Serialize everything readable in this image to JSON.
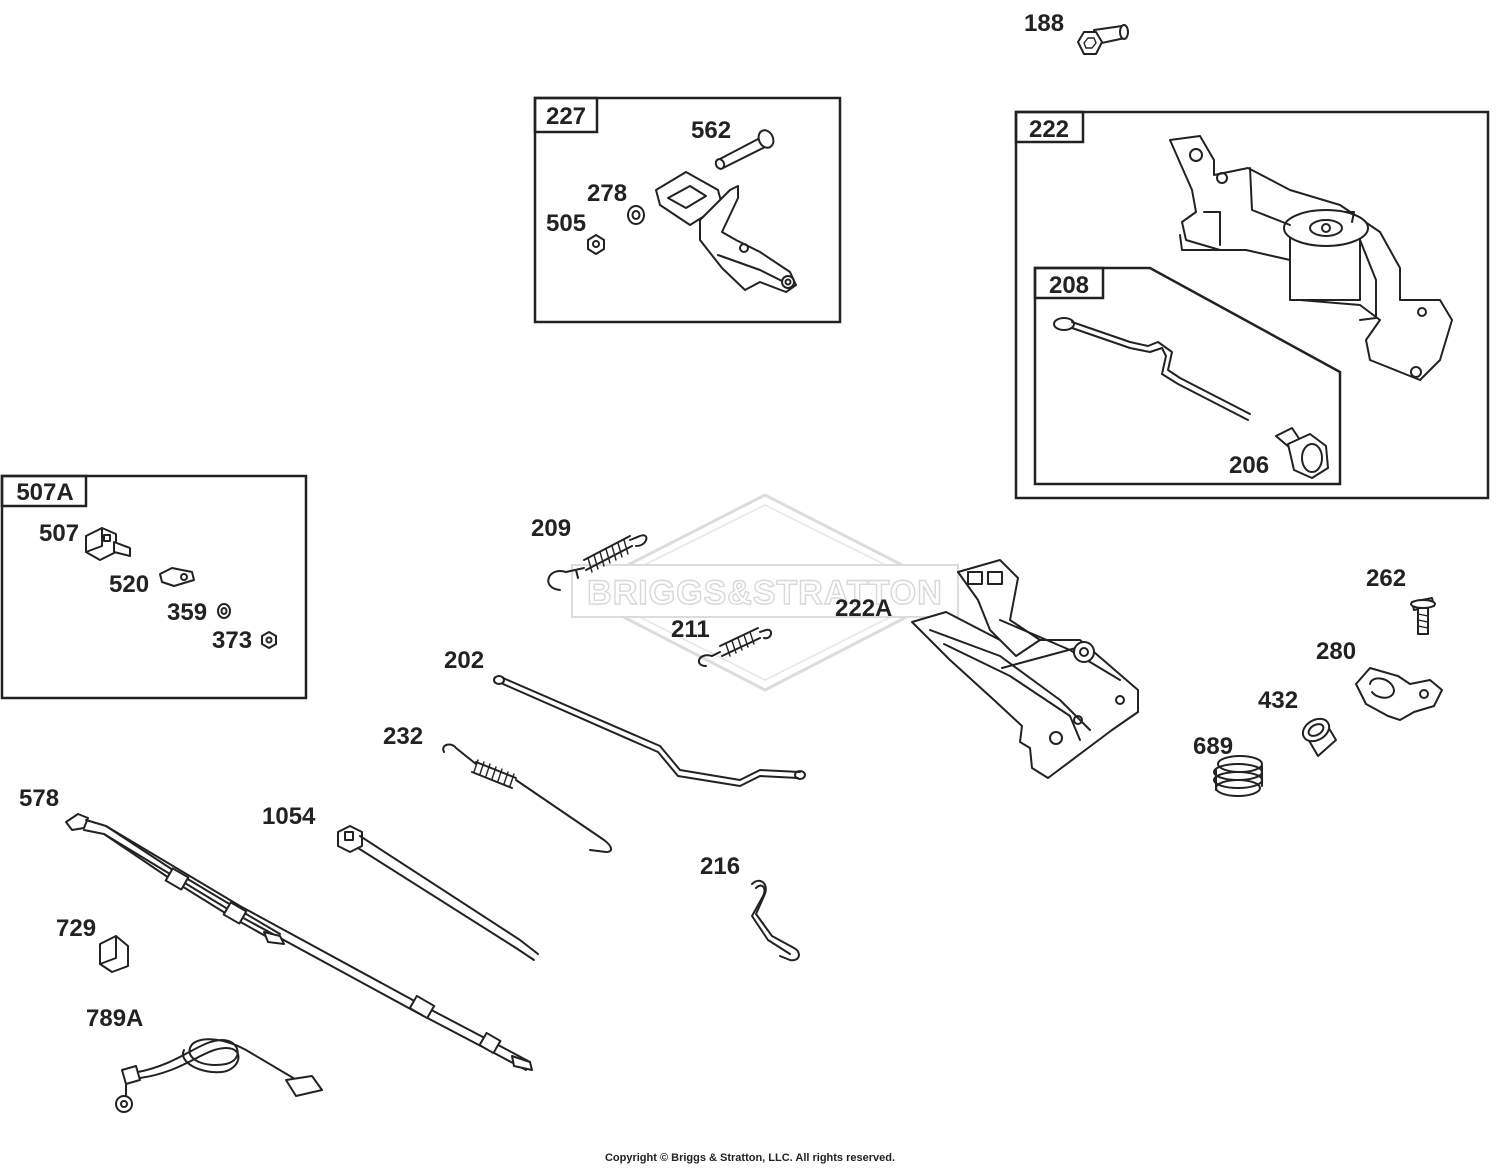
{
  "watermark": {
    "brand_text": "BRIGGS&STRATTON"
  },
  "copyright": "Copyright © Briggs & Stratton, LLC. All rights reserved.",
  "group_boxes": {
    "g227": "227",
    "g222": "222",
    "g208": "208",
    "g507a": "507A"
  },
  "callouts": {
    "p188": "188",
    "p562": "562",
    "p278": "278",
    "p505": "505",
    "p206": "206",
    "p507": "507",
    "p520": "520",
    "p359": "359",
    "p373": "373",
    "p209": "209",
    "p211": "211",
    "p222a": "222A",
    "p262": "262",
    "p280": "280",
    "p432": "432",
    "p689": "689",
    "p202": "202",
    "p232": "232",
    "p578": "578",
    "p1054": "1054",
    "p216": "216",
    "p729": "729",
    "p789a": "789A"
  }
}
